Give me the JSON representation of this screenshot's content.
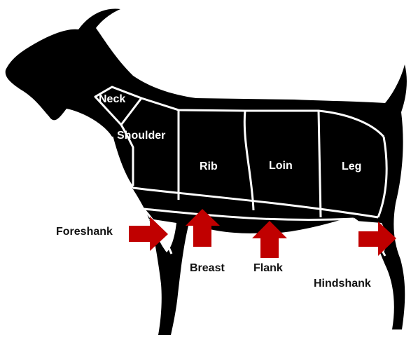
{
  "colors": {
    "silhouette": "#000000",
    "cut_lines": "#ffffff",
    "arrows": "#c00000",
    "inside_labels": "#ffffff",
    "outside_labels": "#111111",
    "background": "#ffffff"
  },
  "labels": {
    "neck": "Neck",
    "shoulder": "Shoulder",
    "rib": "Rib",
    "loin": "Loin",
    "leg": "Leg",
    "foreshank": "Foreshank",
    "breast": "Breast",
    "flank": "Flank",
    "hindshank": "Hindshank"
  }
}
